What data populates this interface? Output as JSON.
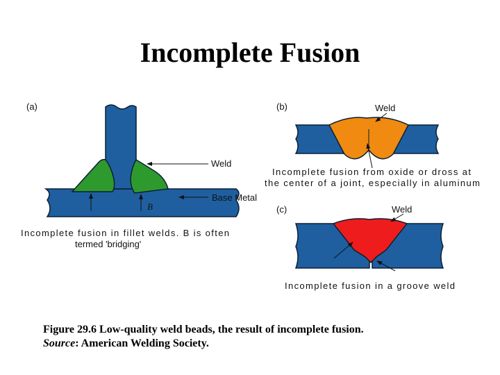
{
  "title": "Incomplete Fusion",
  "colors": {
    "metal": "#1f5f9f",
    "weld_a": "#2e9a2e",
    "weld_b": "#f08a10",
    "weld_c": "#ee1c1c",
    "outline": "#0a1f33"
  },
  "panel_a": {
    "tag": "(a)",
    "weld_label": "Weld",
    "base_metal_label": "Base Metal",
    "b_marker": "B",
    "caption_line1": "Incomplete fusion in fillet welds. B is often",
    "caption_line2": "termed 'bridging'"
  },
  "panel_b": {
    "tag": "(b)",
    "weld_label": "Weld",
    "caption_line1": "Incomplete fusion from oxide or dross at",
    "caption_line2": "the center of a joint, especially in aluminum"
  },
  "panel_c": {
    "tag": "(c)",
    "weld_label": "Weld",
    "caption": "Incomplete fusion in a groove weld"
  },
  "figure_caption": {
    "line1": "Figure 29.6 Low-quality weld beads, the result of incomplete fusion.",
    "source_label": "Source",
    "source_text": ": American Welding Society."
  }
}
